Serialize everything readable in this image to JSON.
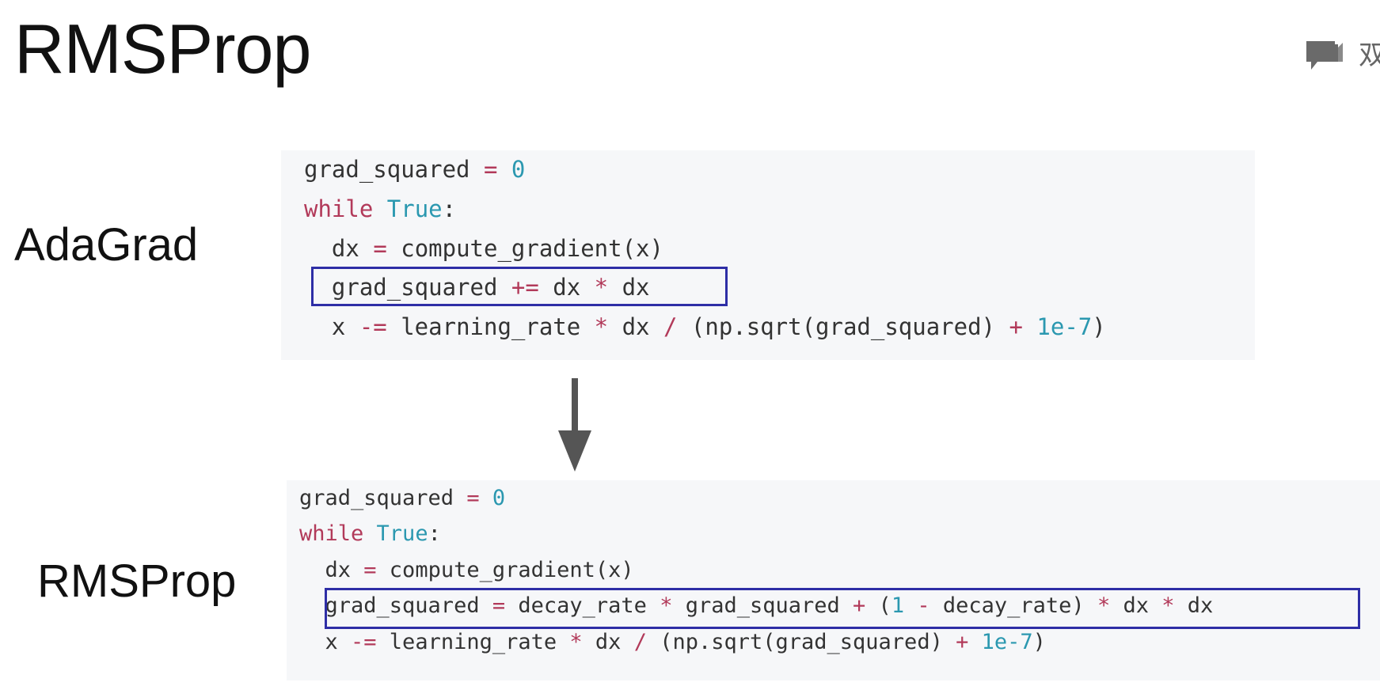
{
  "title": "RMSProp",
  "adagrad": {
    "label": "AdaGrad",
    "code": {
      "l1": {
        "a": "grad_squared ",
        "b": "=",
        "c": " ",
        "d": "0"
      },
      "l2": {
        "a": "while",
        "b": " ",
        "c": "True",
        "d": ":"
      },
      "l3": {
        "a": "  dx ",
        "b": "=",
        "c": " compute_gradient(x)"
      },
      "l4": {
        "a": "  grad_squared ",
        "b": "+=",
        "c": " dx ",
        "d": "*",
        "e": " dx"
      },
      "l5": {
        "a": "  x ",
        "b": "-=",
        "c": " learning_rate ",
        "d": "*",
        "e": " dx ",
        "f": "/",
        "g": " (np.sqrt(grad_squared) ",
        "h": "+",
        "i": " ",
        "j": "1e-7",
        "k": ")"
      }
    }
  },
  "rmsprop": {
    "label": "RMSProp",
    "code": {
      "l1": {
        "a": "grad_squared ",
        "b": "=",
        "c": " ",
        "d": "0"
      },
      "l2": {
        "a": "while",
        "b": " ",
        "c": "True",
        "d": ":"
      },
      "l3": {
        "a": "  dx ",
        "b": "=",
        "c": " compute_gradient(x)"
      },
      "l4": {
        "a": "  grad_squared ",
        "b": "=",
        "c": " decay_rate ",
        "d": "*",
        "e": " grad_squared ",
        "f": "+",
        "g": " (",
        "h": "1",
        "i": " ",
        "j": "-",
        "k": " decay_rate) ",
        "l": "*",
        "m": " dx ",
        "n": "*",
        "o": " dx"
      },
      "l5": {
        "a": "  x ",
        "b": "-=",
        "c": " learning_rate ",
        "d": "*",
        "e": " dx ",
        "f": "/",
        "g": " (np.sqrt(grad_squared) ",
        "h": "+",
        "i": " ",
        "j": "1e-7",
        "k": ")"
      }
    }
  },
  "icons": {
    "corner": "speech-bubble-icon",
    "arrow": "arrow-down-icon"
  },
  "corner_glyph": "双",
  "colors": {
    "keyword": "#b23a5a",
    "builtin": "#2b98b0",
    "highlight_border": "#2e2ea6",
    "code_background": "#f6f7f9"
  }
}
